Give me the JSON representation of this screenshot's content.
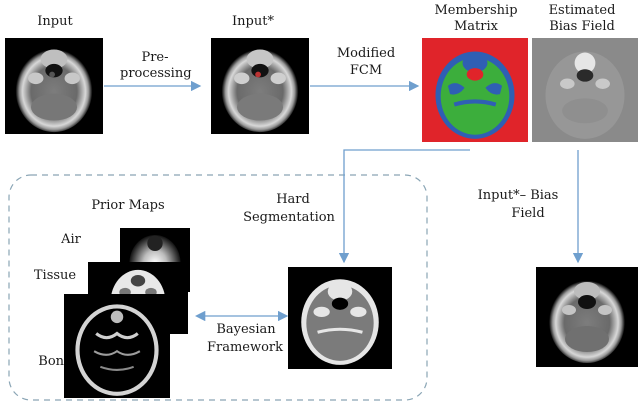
{
  "labels": {
    "input": "Input",
    "input_star": "Input*",
    "membership_line1": "Membership",
    "membership_line2": "Matrix",
    "bias_line1": "Estimated",
    "bias_line2": "Bias Field",
    "preprocessing_line1": "Pre-",
    "preprocessing_line2": "processing",
    "fcm_line1": "Modified",
    "fcm_line2": "FCM",
    "hard_seg_line1": "Hard",
    "hard_seg_line2": "Segmentation",
    "subtract_line1": "Input*– Bias",
    "subtract_line2": "Field",
    "prior_maps": "Prior Maps",
    "air": "Air",
    "tissue": "Tissue",
    "bone": "Bone",
    "bayesian_line1": "Bayesian",
    "bayesian_line2": "Framework"
  },
  "colors": {
    "arrow": "#6f9fce",
    "dashed_box": "#8aa5b5",
    "membership_background": "#e0242a",
    "membership_tissue": "#3cae3c",
    "membership_bone": "#2f5fb4",
    "bias_background": "#8a8a8a"
  }
}
